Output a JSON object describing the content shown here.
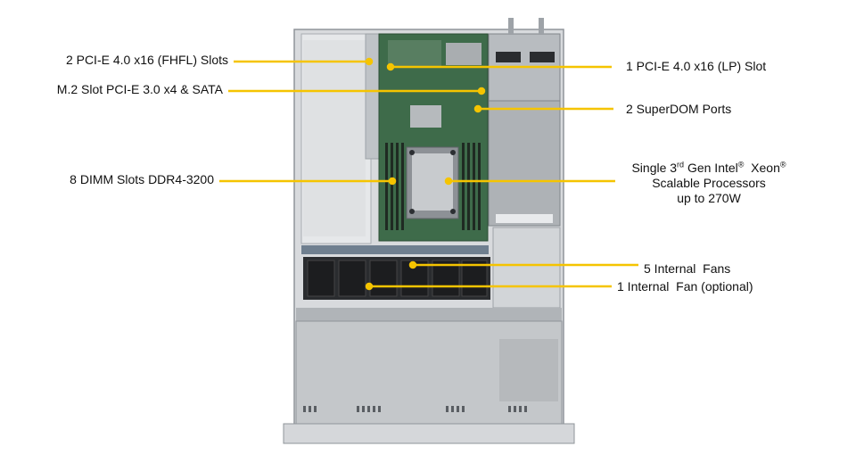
{
  "callouts": {
    "pcie_fhfl": "2 PCI-E 4.0 x16 (FHFL) Slots",
    "m2": "M.2 Slot PCI-E 3.0 x4 & SATA",
    "dimm": "8 DIMM Slots DDR4-3200",
    "pcie_lp": "1 PCI-E 4.0 x16 (LP) Slot",
    "superdom": "2 SuperDOM Ports",
    "cpu": {
      "line1_a": "Single 3",
      "line1_sup1": "rd",
      "line1_b": " Gen Intel",
      "line1_sup2": "®",
      "line1_c": "  Xeon",
      "line1_sup3": "®",
      "line2": "Scalable Processors",
      "line3": "up to 270W"
    },
    "fans": "5 Internal  Fans",
    "fan_optional": "1 Internal  Fan (optional)"
  },
  "colors": {
    "leader": "#f5c400",
    "chassis": "#c9ccd0",
    "chassis_dark": "#8f949a",
    "board": "#3e6b4a",
    "psu": "#b8bcc0",
    "fan": "#2a2c2f"
  }
}
